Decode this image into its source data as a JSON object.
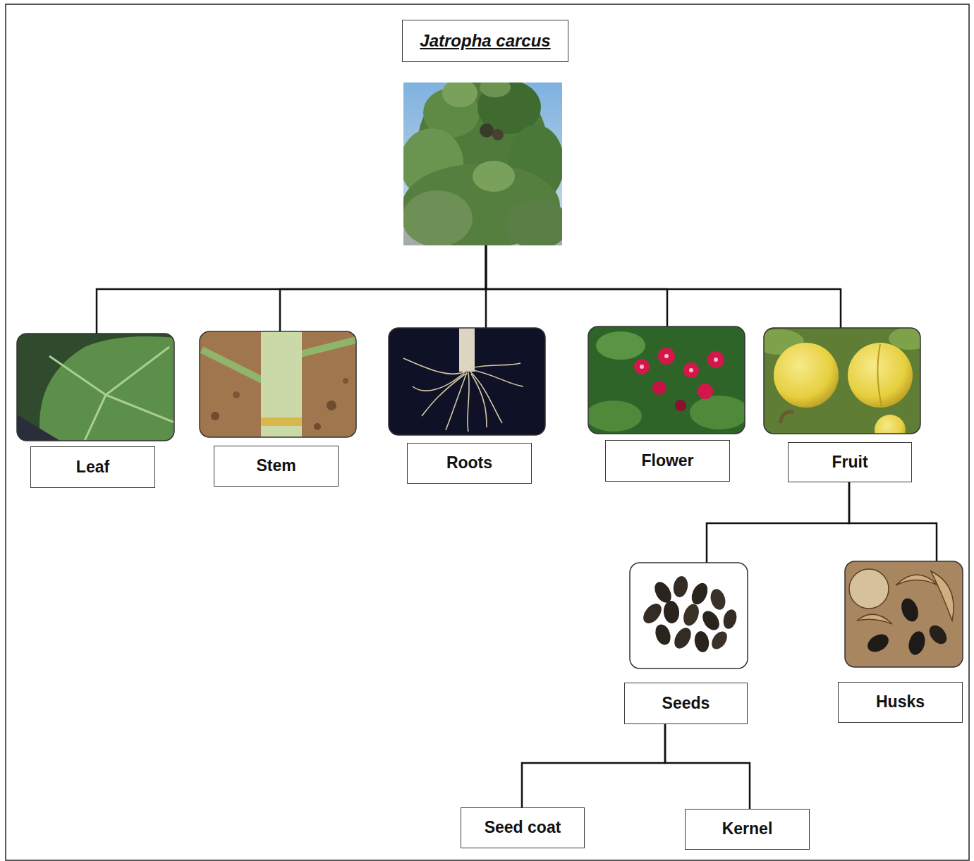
{
  "diagram": {
    "nodes": [
      {
        "text": [
          "Jatropha carcus"
        ]
      },
      {
        "text": [
          "Leaf"
        ]
      },
      {
        "text": [
          "Stem"
        ]
      },
      {
        "text": [
          "Roots"
        ]
      },
      {
        "text": [
          "Flower"
        ]
      },
      {
        "text": [
          "Fruit"
        ]
      },
      {
        "text": [
          "Seeds"
        ]
      },
      {
        "text": [
          "Husks"
        ]
      },
      {
        "text": [
          "Seed coat"
        ]
      },
      {
        "text": [
          "Kernel"
        ]
      }
    ],
    "edges": [
      {
        "from": 0,
        "to": 1,
        "arrow": "none"
      },
      {
        "from": 0,
        "to": 2,
        "arrow": "none"
      },
      {
        "from": 0,
        "to": 3,
        "arrow": "none"
      },
      {
        "from": 0,
        "to": 4,
        "arrow": "none"
      },
      {
        "from": 0,
        "to": 5,
        "arrow": "none"
      },
      {
        "from": 5,
        "to": 6,
        "arrow": "none"
      },
      {
        "from": 5,
        "to": 7,
        "arrow": "none"
      },
      {
        "from": 6,
        "to": 8,
        "arrow": "none"
      },
      {
        "from": 6,
        "to": 9,
        "arrow": "none"
      }
    ]
  }
}
